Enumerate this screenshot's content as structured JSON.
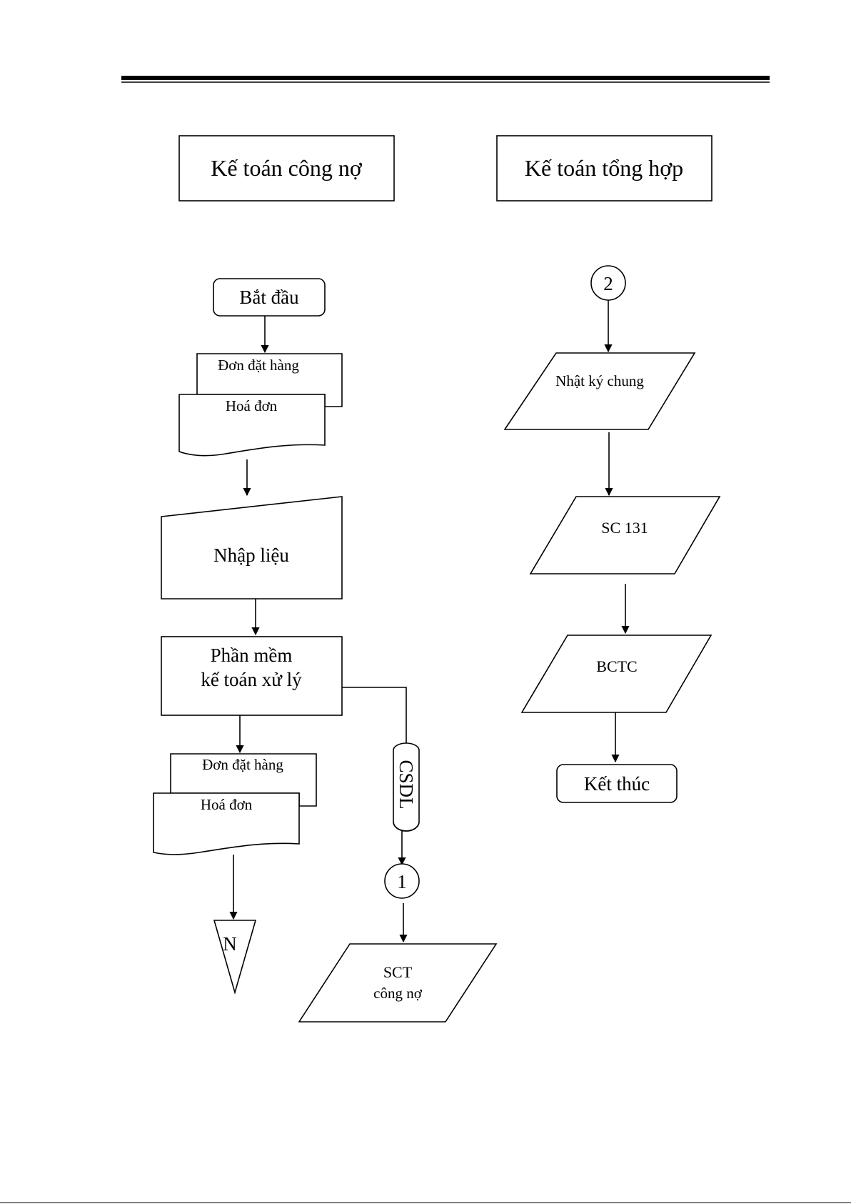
{
  "lanes": {
    "left_title": "Kế toán công nợ",
    "right_title": "Kế toán tổng hợp"
  },
  "left_flow": {
    "start": "Bắt đầu",
    "doc1_back": "Đơn đặt hàng",
    "doc1_front": "Hoá đơn",
    "input": "Nhập liệu",
    "process_line1": "Phần mềm",
    "process_line2": "kế toán xử lý",
    "doc2_back": "Đơn đặt hàng",
    "doc2_front": "Hoá đơn",
    "storage": "N",
    "database": "CSDL",
    "connector": "1",
    "output_line1": "SCT",
    "output_line2": "công nợ"
  },
  "right_flow": {
    "connector": "2",
    "journal": "Nhật ký chung",
    "ledger": "SC 131",
    "report": "BCTC",
    "end": "Kết thúc"
  }
}
